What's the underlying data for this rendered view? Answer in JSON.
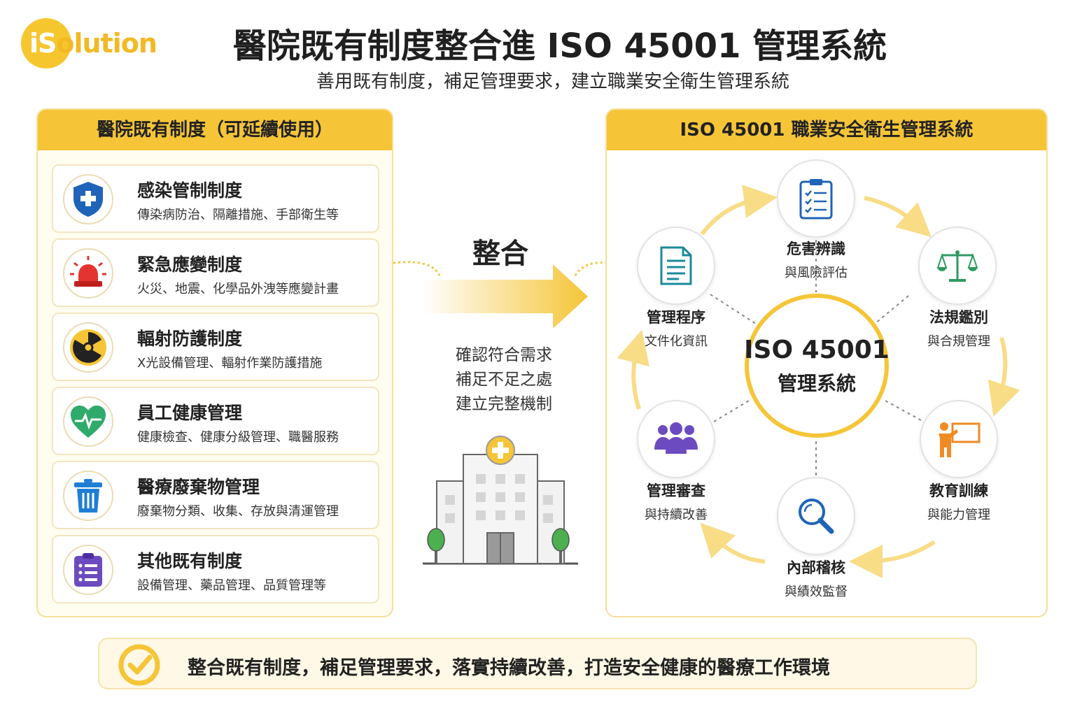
{
  "brand": {
    "logo_text_i": "iS",
    "logo_text_rest": "olution",
    "color": "#f5c537"
  },
  "header": {
    "title": "醫院既有制度整合進 ISO 45001 管理系統",
    "subtitle": "善用既有制度，補足管理要求，建立職業安全衛生管理系統"
  },
  "left_panel": {
    "title": "醫院既有制度（可延續使用）",
    "items": [
      {
        "title": "感染管制制度",
        "desc": "傳染病防治、隔離措施、手部衛生等",
        "icon": "shield-icon"
      },
      {
        "title": "緊急應變制度",
        "desc": "火災、地震、化學品外洩等應變計畫",
        "icon": "alarm-icon"
      },
      {
        "title": "輻射防護制度",
        "desc": "X光設備管理、輻射作業防護措施",
        "icon": "radiation-icon"
      },
      {
        "title": "員工健康管理",
        "desc": "健康檢查、健康分級管理、職醫服務",
        "icon": "heart-icon"
      },
      {
        "title": "醫療廢棄物管理",
        "desc": "廢棄物分類、收集、存放與清運管理",
        "icon": "trash-icon"
      },
      {
        "title": "其他既有制度",
        "desc": "設備管理、藥品管理、品質管理等",
        "icon": "clipboard-icon"
      }
    ]
  },
  "middle": {
    "label": "整合",
    "lines": [
      "確認符合需求",
      "補足不足之處",
      "建立完整機制"
    ],
    "icon": "hospital-icon"
  },
  "right_panel": {
    "title": "ISO 45001 職業安全衛生管理系統",
    "center_line1": "ISO 45001",
    "center_line2": "管理系統",
    "nodes": [
      {
        "line1": "危害辨識",
        "line2": "與風險評估",
        "icon": "checklist-icon"
      },
      {
        "line1": "法規鑑別",
        "line2": "與合規管理",
        "icon": "scale-icon"
      },
      {
        "line1": "教育訓練",
        "line2": "與能力管理",
        "icon": "teacher-icon"
      },
      {
        "line1": "內部稽核",
        "line2": "與績效監督",
        "icon": "magnifier-icon"
      },
      {
        "line1": "管理審查",
        "line2": "與持續改善",
        "icon": "team-icon"
      },
      {
        "line1": "管理程序",
        "line2": "文件化資訊",
        "icon": "document-icon"
      }
    ]
  },
  "footer": {
    "text": "整合既有制度，補足管理要求，落實持續改善，打造安全健康的醫療工作環境",
    "icon": "check-circle-icon"
  }
}
